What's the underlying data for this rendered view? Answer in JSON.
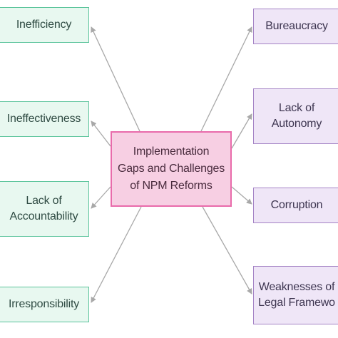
{
  "center": [
    "Implementation",
    "Gaps and Challenges",
    "of NPM Reforms"
  ],
  "left_nodes": [
    [
      "Inefficiency"
    ],
    [
      "Ineffectiveness"
    ],
    [
      "Lack of",
      "Accountability"
    ],
    [
      "Irresponsibility"
    ]
  ],
  "right_nodes": [
    [
      "Bureaucracy"
    ],
    [
      "Lack of",
      "Autonomy"
    ],
    [
      "Corruption"
    ],
    [
      "Weaknesses of",
      "Legal Framewo"
    ]
  ],
  "colors": {
    "left_border": "#5cc49c",
    "left_fill": "#e8f8f0",
    "right_border": "#a584c6",
    "right_fill": "#efe6f7",
    "center_border": "#e96bab",
    "center_fill": "#f7cfe3",
    "arrow": "#a8a8a8"
  }
}
